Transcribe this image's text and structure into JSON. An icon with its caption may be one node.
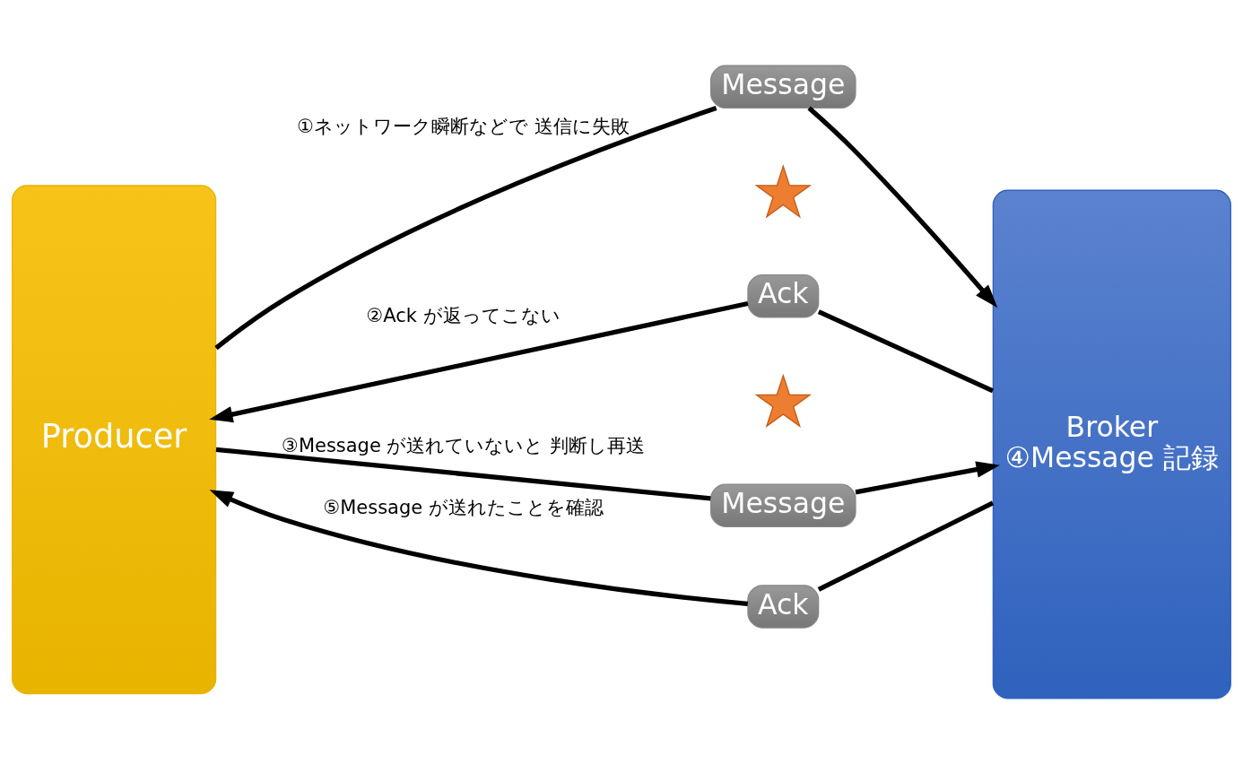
{
  "diagram": {
    "nodes": [
      {
        "text": [
          "Producer"
        ]
      },
      {
        "text": [
          "Broker",
          "④Message 記録"
        ]
      },
      {
        "text": [
          "Message"
        ]
      },
      {
        "text": [],
        "shape": "cross"
      },
      {
        "text": [
          "Ack"
        ]
      },
      {
        "text": [],
        "shape": "cross"
      },
      {
        "text": [
          "Message"
        ]
      },
      {
        "text": [
          "Ack"
        ]
      }
    ],
    "edges": [
      {
        "from": 0,
        "to": 2,
        "arrow": "none",
        "label": "①ネットワーク瞬断などで 送信に失敗"
      },
      {
        "from": 2,
        "to": 1,
        "arrow": "to"
      },
      {
        "from": 1,
        "to": 4,
        "arrow": "none"
      },
      {
        "from": 4,
        "to": 0,
        "arrow": "to",
        "label": "②Ack が返ってこない"
      },
      {
        "from": 0,
        "to": 6,
        "arrow": "none",
        "label": "③Message が送れていないと 判断し再送"
      },
      {
        "from": 6,
        "to": 1,
        "arrow": "to"
      },
      {
        "from": 1,
        "to": 7,
        "arrow": "none"
      },
      {
        "from": 7,
        "to": 0,
        "arrow": "to",
        "label": "⑤Message が送れたことを確認"
      }
    ]
  }
}
